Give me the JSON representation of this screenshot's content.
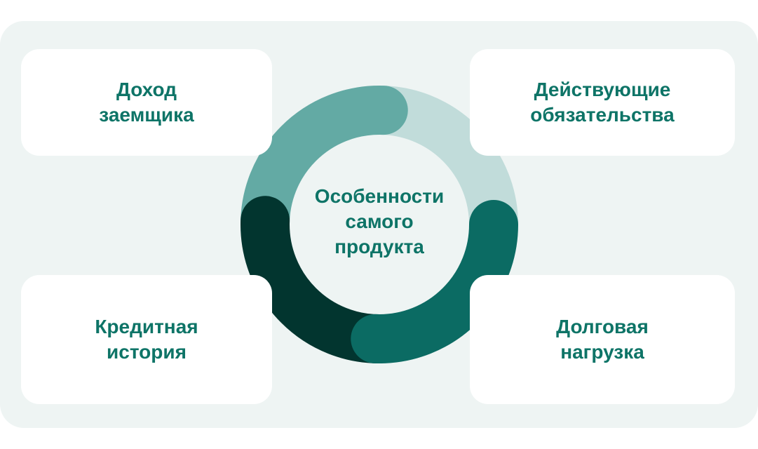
{
  "colors": {
    "panel": "#eef4f3",
    "card": "#ffffff",
    "text": "#0e7467",
    "segment_top_left": "#63aaa4",
    "segment_top_right": "#c1dcda",
    "segment_bottom_right": "#0b6b63",
    "segment_bottom_left": "#02352f"
  },
  "center": {
    "label": "Особенности\nсамого\nпродукта"
  },
  "cards": {
    "top_left": "Доход\nзаемщика",
    "top_right": "Действующие\nобязательства",
    "bottom_left": "Кредитная\nистория",
    "bottom_right": "Долговая\nнагрузка"
  }
}
